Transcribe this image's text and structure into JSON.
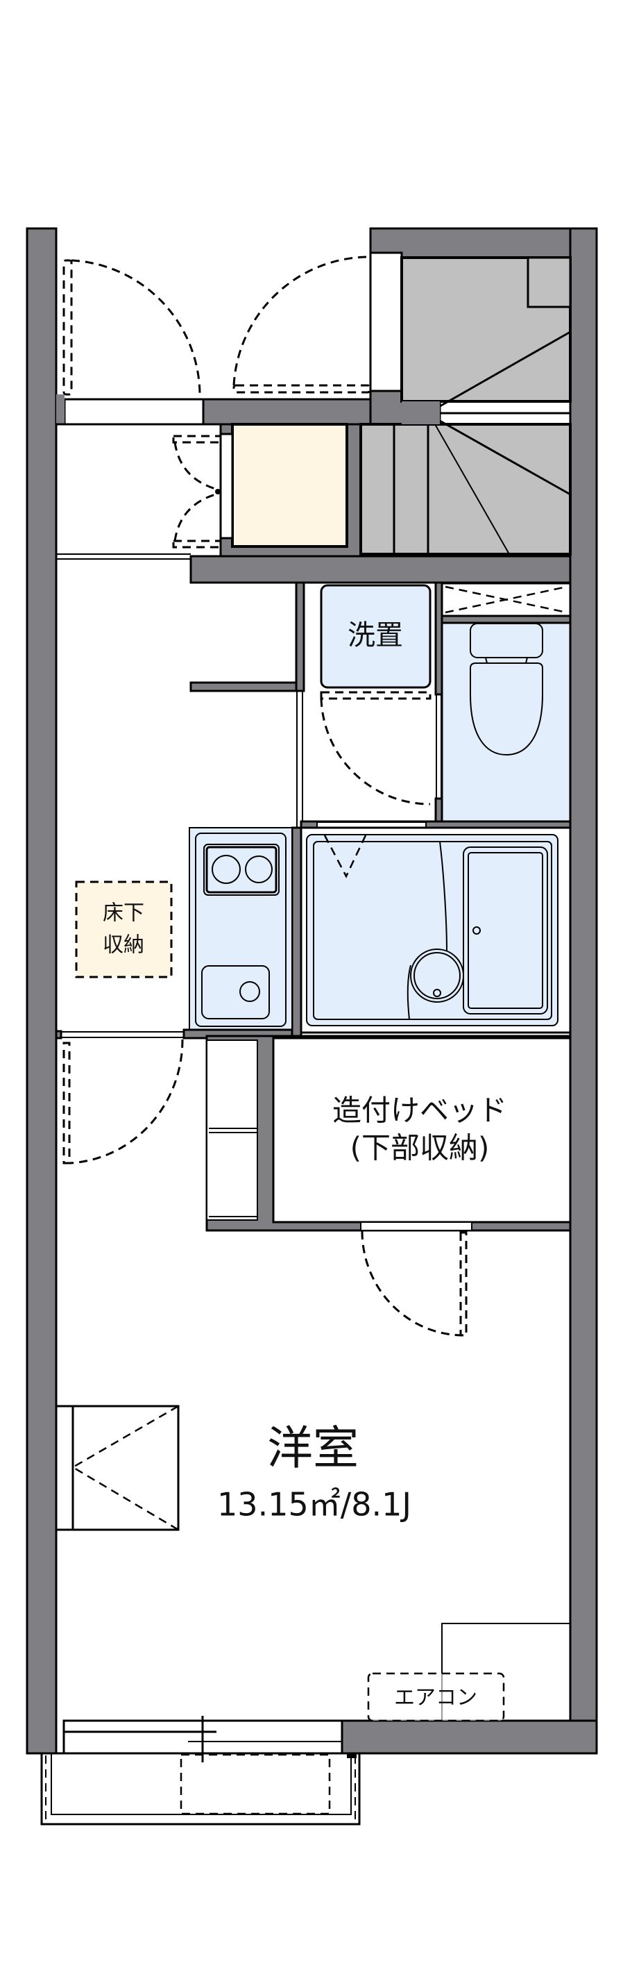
{
  "floor_plan": {
    "colors": {
      "wall": "#808084",
      "stairs": "#c0c0c0",
      "fixture": "#e3eefc",
      "storage": "#fff5e3"
    },
    "rooms": {
      "washer": {
        "label": "洗置"
      },
      "underfloor_storage": {
        "label_line1": "床下",
        "label_line2": "収納"
      },
      "built_in_bed": {
        "label_line1": "造付けベッド",
        "label_line2": "(下部収納)"
      },
      "western_room": {
        "label": "洋室",
        "area": "13.15㎡/8.1J"
      },
      "air_conditioner": {
        "label": "エアコン"
      }
    },
    "icons": [
      "staircase-icon",
      "toilet-icon",
      "bathtub-icon",
      "stove-icon",
      "sink-icon",
      "vent-icon",
      "door-swing-icon",
      "window-icon"
    ]
  }
}
